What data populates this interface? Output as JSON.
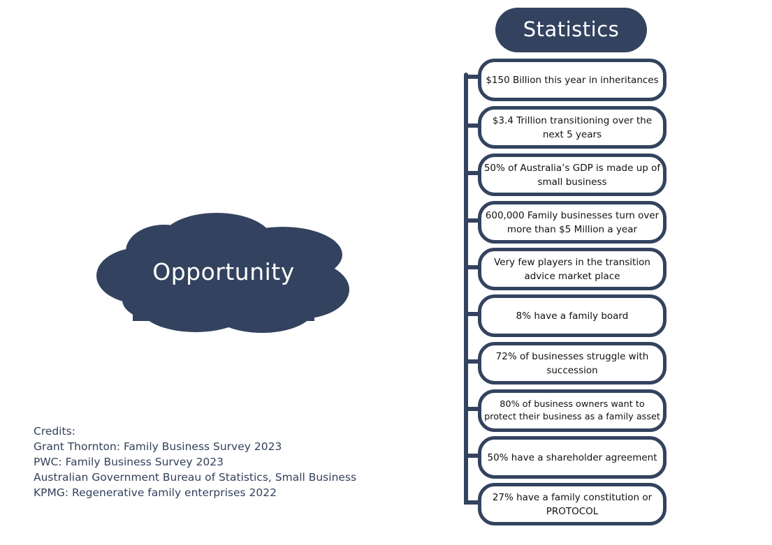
{
  "cloud": {
    "label": "Opportunity",
    "color": "#33435f"
  },
  "statistics": {
    "title": "Statistics",
    "items": [
      {
        "text": "$150 Billion this year in inheritances"
      },
      {
        "text": "$3.4 Trillion transitioning over the next 5 years"
      },
      {
        "text": "50% of Australia’s GDP is made up of small business"
      },
      {
        "text": "600,000 Family businesses turn over more than $5 Million a year"
      },
      {
        "text": "Very few players in the transition advice market place"
      },
      {
        "text": "8% have a family board"
      },
      {
        "text": "72% of businesses struggle with succession"
      },
      {
        "text": "80% of business owners want to protect their business as a family asset"
      },
      {
        "text": "50% have a shareholder agreement"
      },
      {
        "text": "27% have a family constitution or PROTOCOL"
      }
    ]
  },
  "credits": {
    "heading": "Credits:",
    "lines": [
      "Grant Thornton: Family Business Survey 2023",
      "PWC: Family Business Survey 2023",
      "Australian Government Bureau of Statistics, Small Business",
      "KPMG: Regenerative family enterprises 2022"
    ]
  },
  "colors": {
    "accent": "#33435f",
    "credits_text": "#33415c"
  }
}
